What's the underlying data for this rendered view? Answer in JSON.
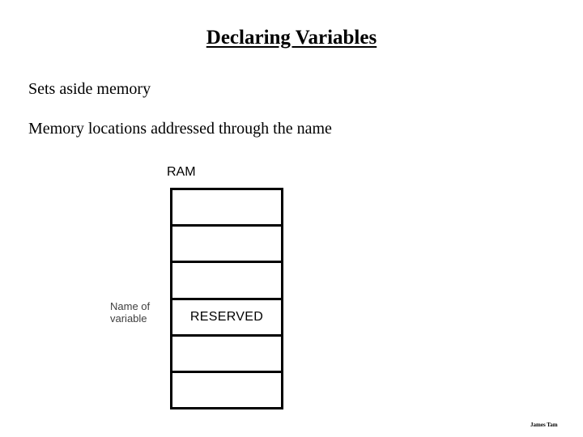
{
  "slide": {
    "title": "Declaring Variables",
    "background_color": "#FFFFFF",
    "text_color": "#000000",
    "body_lines": [
      "Sets aside memory",
      "Memory locations addressed through the name"
    ],
    "diagram": {
      "ram_label": "RAM",
      "name_caption": {
        "line1": "Name of",
        "line2": "variable",
        "color": "#3F3F3F"
      },
      "cells": [
        {
          "label": ""
        },
        {
          "label": ""
        },
        {
          "label": ""
        },
        {
          "label": "RESERVED"
        },
        {
          "label": ""
        },
        {
          "label": ""
        }
      ],
      "cell_count": 6,
      "reserved_cell_index": 3,
      "border_color": "#000000"
    },
    "footer": {
      "attribution": "James Tam"
    }
  }
}
